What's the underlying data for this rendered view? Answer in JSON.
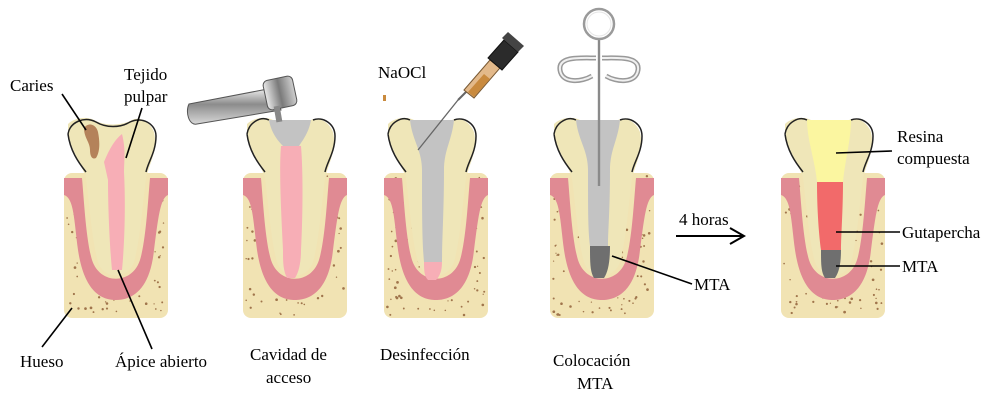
{
  "labels": {
    "caries": "Caries",
    "tejido_l1": "Tejido",
    "tejido_l2": "pulpar",
    "hueso": "Hueso",
    "apice": "Ápice abierto",
    "cavidad_l1": "Cavidad de",
    "cavidad_l2": "acceso",
    "naocl": "NaOCl",
    "desinfeccion": "Desinfección",
    "colocacion_l1": "Colocación",
    "colocacion_l2": "MTA",
    "mta_stage4": "MTA",
    "time": "4 horas",
    "resina_l1": "Resina",
    "resina_l2": "compuesta",
    "gutapercha": "Gutapercha",
    "mta_final": "MTA"
  },
  "colors": {
    "bone": "#f1e3b3",
    "bone_speckle": "#a0754c",
    "gum": "#e08a93",
    "gum_light": "#f5b7bd",
    "dentin": "#efe6b8",
    "pulp": "#f7aeb6",
    "gray_fill": "#c3c3c3",
    "mta": "#6f6f6f",
    "composite": "#fbf6a0",
    "gutta": "#f26a6a",
    "caries": "#b4825a",
    "naocl_liquid": "#c98a3e"
  }
}
